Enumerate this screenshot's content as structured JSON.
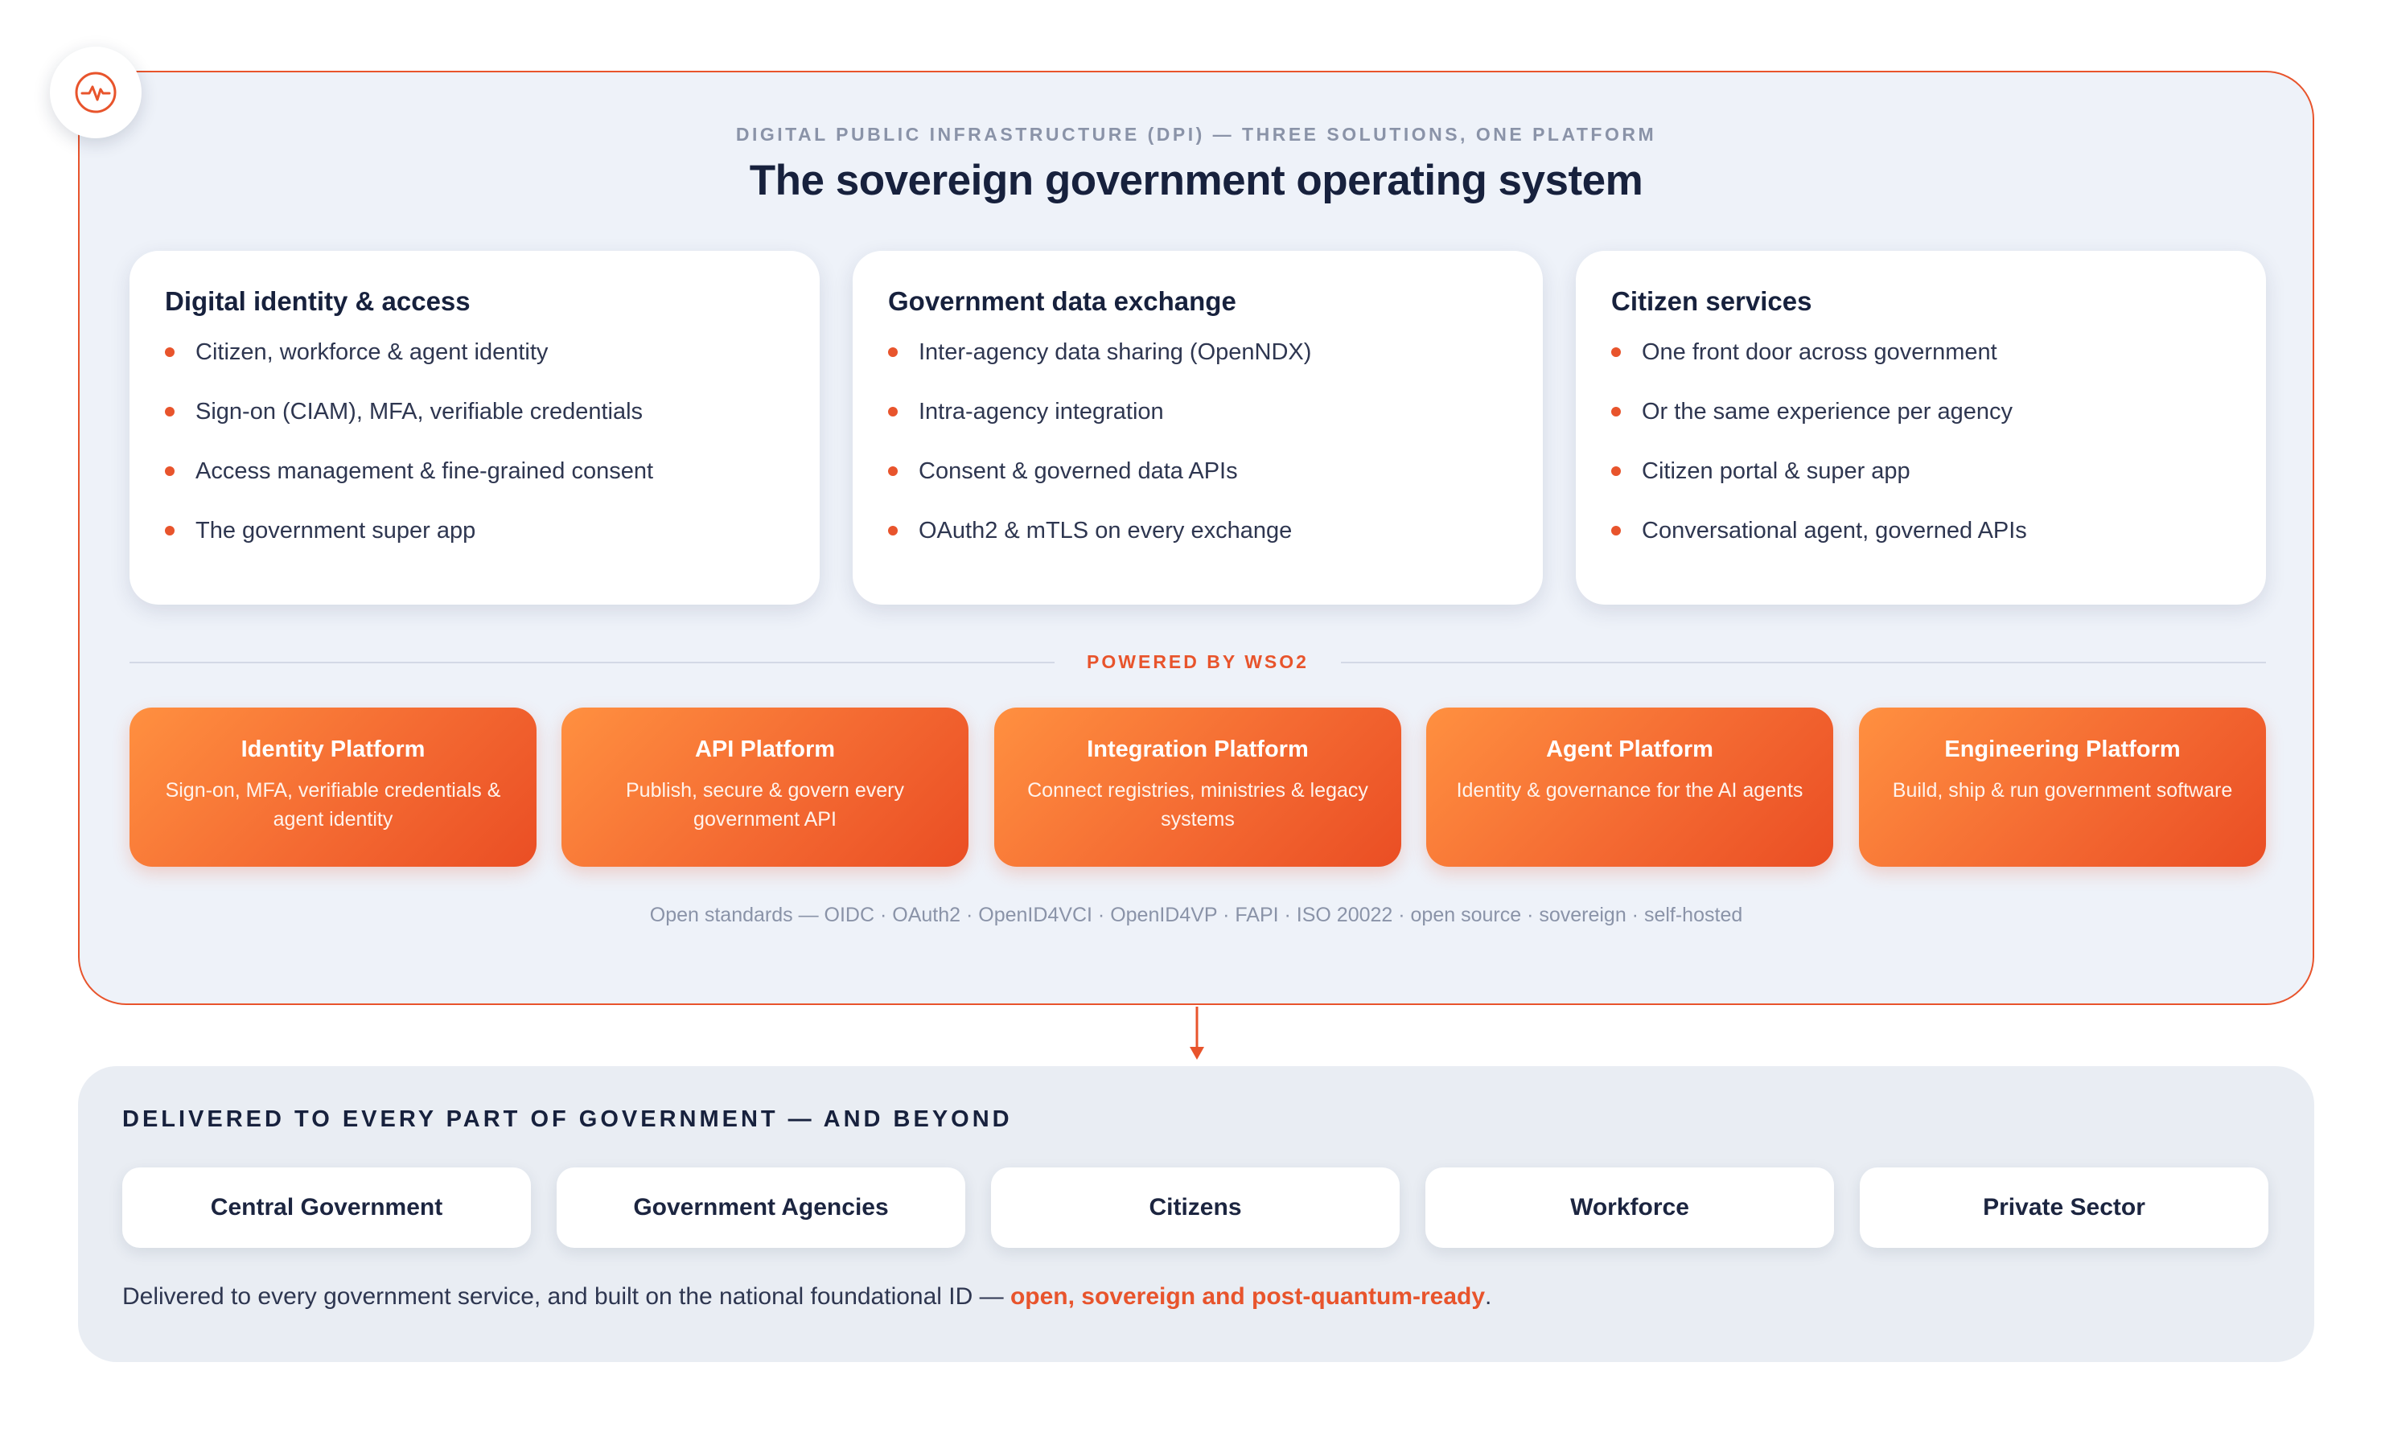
{
  "header": {
    "kicker": "DIGITAL PUBLIC INFRASTRUCTURE (DPI) — THREE SOLUTIONS, ONE PLATFORM",
    "title": "The sovereign government operating system"
  },
  "solutions": [
    {
      "title": "Digital identity & access",
      "items": [
        "Citizen, workforce & agent identity",
        "Sign-on (CIAM), MFA, verifiable credentials",
        "Access management & fine-grained consent",
        "The government super app"
      ]
    },
    {
      "title": "Government data exchange",
      "items": [
        "Inter-agency data sharing (OpenNDX)",
        "Intra-agency integration",
        "Consent & governed data APIs",
        "OAuth2 & mTLS on every exchange"
      ]
    },
    {
      "title": "Citizen services",
      "items": [
        "One front door across government",
        "Or the same experience per agency",
        "Citizen portal & super app",
        "Conversational agent, governed APIs"
      ]
    }
  ],
  "powered_by": "POWERED BY WSO2",
  "platforms": [
    {
      "title": "Identity Platform",
      "desc": "Sign-on, MFA, verifiable credentials & agent identity"
    },
    {
      "title": "API Platform",
      "desc": "Publish, secure & govern every government API"
    },
    {
      "title": "Integration Platform",
      "desc": "Connect registries, ministries & legacy systems"
    },
    {
      "title": "Agent Platform",
      "desc": "Identity & governance for the AI agents"
    },
    {
      "title": "Engineering Platform",
      "desc": "Build, ship & run government software"
    }
  ],
  "standards": "Open standards — OIDC · OAuth2 · OpenID4VCI · OpenID4VP · FAPI · ISO 20022 · open source · sovereign · self-hosted",
  "delivery": {
    "heading": "DELIVERED TO EVERY PART OF GOVERNMENT — AND BEYOND",
    "audiences": [
      "Central Government",
      "Government Agencies",
      "Citizens",
      "Workforce",
      "Private Sector"
    ],
    "footer_text": "Delivered to every government service, and built on the national foundational ID — ",
    "footer_highlight": "open, sovereign and post-quantum-ready",
    "footer_end": "."
  },
  "colors": {
    "accent": "#e8542c",
    "panel_bg": "#eef2f9",
    "bottom_bg": "#e9edf3",
    "heading": "#17213d",
    "muted": "#8a93a8"
  },
  "icons": {
    "logo": "activity-pulse-icon"
  }
}
